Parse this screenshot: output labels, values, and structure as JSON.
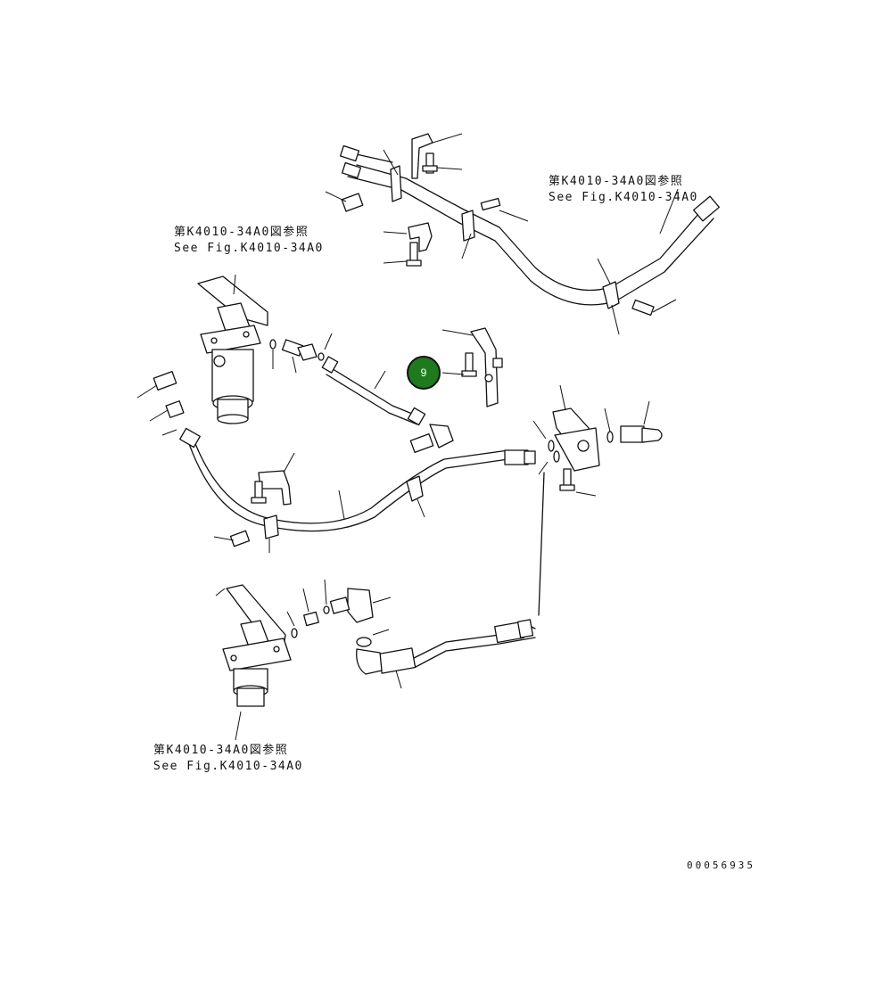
{
  "references": [
    {
      "ja": "第K4010-34A0図参照",
      "en": "See Fig.K4010-34A0"
    },
    {
      "ja": "第K4010-34A0図参照",
      "en": "See Fig.K4010-34A0"
    },
    {
      "ja": "第K4010-34A0図参照",
      "en": "See Fig.K4010-34A0"
    }
  ],
  "callout": {
    "label": "9",
    "color": "#1f7a1f"
  },
  "drawing_number": "00056935"
}
